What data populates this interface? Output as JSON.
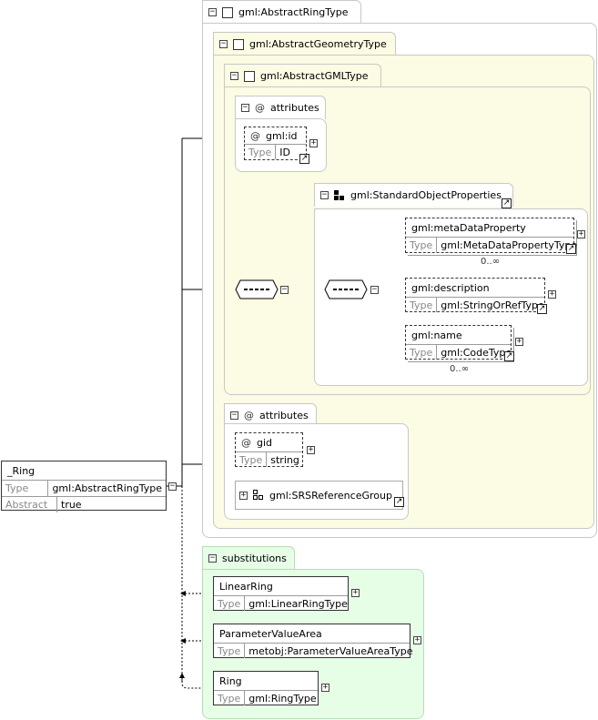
{
  "abstract_ring_type": {
    "label": "gml:AbstractRingType"
  },
  "abstract_geometry_type": {
    "label": "gml:AbstractGeometryType"
  },
  "abstract_gml_type": {
    "label": "gml:AbstractGMLType"
  },
  "gml_attributes": {
    "title": "attributes",
    "at_symbol": "@",
    "gml_id": {
      "name": "gml:id",
      "type_key": "Type",
      "type_value": "ID"
    }
  },
  "standard_object_properties": {
    "label": "gml:StandardObjectProperties",
    "elements": [
      {
        "name": "gml:metaDataProperty",
        "type_key": "Type",
        "type_value": "gml:MetaDataPropertyType",
        "cardinality": "0..∞"
      },
      {
        "name": "gml:description",
        "type_key": "Type",
        "type_value": "gml:StringOrRefType",
        "cardinality": ""
      },
      {
        "name": "gml:name",
        "type_key": "Type",
        "type_value": "gml:CodeType",
        "cardinality": "0..∞"
      }
    ]
  },
  "ring_attributes": {
    "title": "attributes",
    "at_symbol": "@",
    "gid": {
      "name": "gid",
      "type_key": "Type",
      "type_value": "string"
    },
    "srs_group": "gml:SRSReferenceGroup"
  },
  "ring_element": {
    "name": "_Ring",
    "type_key": "Type",
    "type_value": "gml:AbstractRingType",
    "abstract_key": "Abstract",
    "abstract_value": "true"
  },
  "substitutions": {
    "title": "substitutions",
    "items": [
      {
        "name": "LinearRing",
        "type_key": "Type",
        "type_value": "gml:LinearRingType"
      },
      {
        "name": "ParameterValueArea",
        "type_key": "Type",
        "type_value": "metobj:ParameterValueAreaType"
      },
      {
        "name": "Ring",
        "type_key": "Type",
        "type_value": "gml:RingType"
      }
    ]
  },
  "colors": {
    "beige": "#fcfbe3",
    "green": "#e6fde6",
    "border": "#c8c8c8"
  }
}
